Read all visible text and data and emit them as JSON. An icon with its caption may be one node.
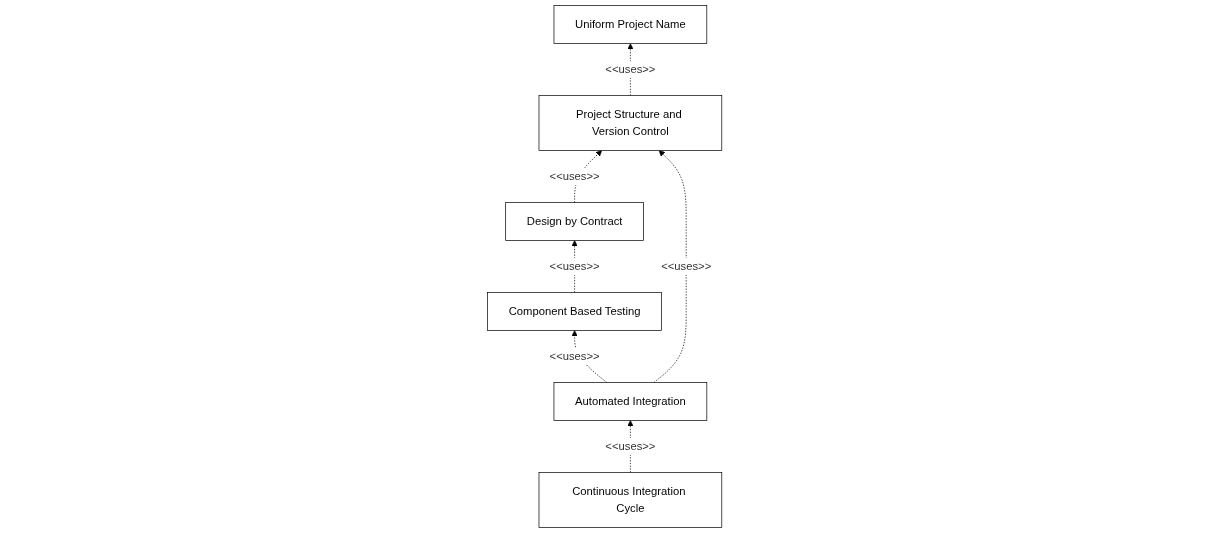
{
  "diagram": {
    "nodes": [
      {
        "text": [
          "Uniform Project Name"
        ]
      },
      {
        "text": [
          "Project Structure and Version Control"
        ]
      },
      {
        "text": [
          "Design by Contract"
        ]
      },
      {
        "text": [
          "Automated Integration"
        ]
      },
      {
        "text": [
          "Component Based Testing"
        ]
      },
      {
        "text": [
          "Continuous Integration Cycle"
        ]
      }
    ],
    "edges": [
      {
        "from": 1,
        "to": 0,
        "arrow": "to",
        "label": "<<uses>>",
        "style": "dashed"
      },
      {
        "from": 2,
        "to": 1,
        "arrow": "to",
        "label": "<<uses>>",
        "style": "dashed"
      },
      {
        "from": 3,
        "to": 1,
        "arrow": "to",
        "label": "<<uses>>",
        "style": "dashed"
      },
      {
        "from": 4,
        "to": 2,
        "arrow": "to",
        "label": "<<uses>>",
        "style": "dashed"
      },
      {
        "from": 3,
        "to": 4,
        "arrow": "to",
        "label": "<<uses>>",
        "style": "dashed"
      },
      {
        "from": 5,
        "to": 3,
        "arrow": "to",
        "label": "<<uses>>",
        "style": "dashed"
      }
    ]
  }
}
